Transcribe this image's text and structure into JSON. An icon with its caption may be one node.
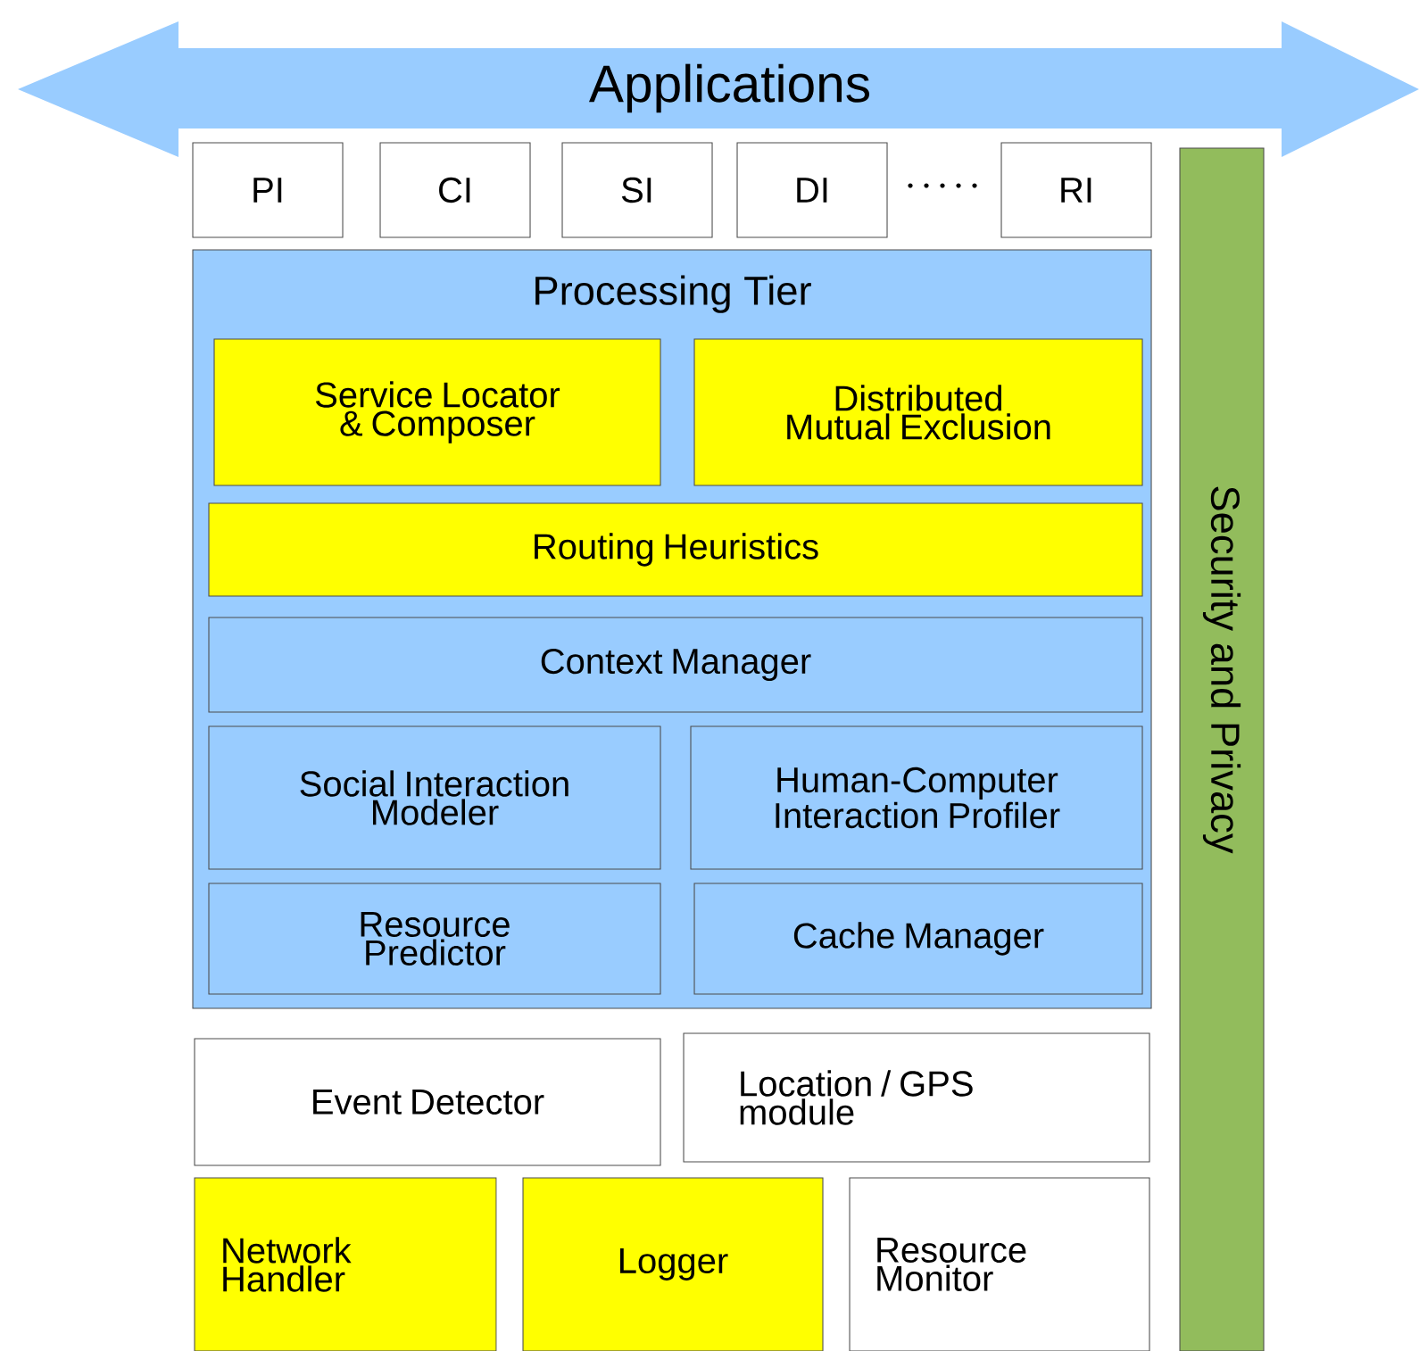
{
  "diagram": {
    "nodes": [
      {
        "text": [
          "Applications"
        ]
      },
      {
        "text": [
          "PI"
        ]
      },
      {
        "text": [
          "CI"
        ]
      },
      {
        "text": [
          "SI"
        ]
      },
      {
        "text": [
          "DI"
        ]
      },
      {
        "text": [
          "RI"
        ]
      },
      {
        "text": [
          "Processing Tier"
        ]
      },
      {
        "text": [
          "Service Locator & Composer"
        ],
        "in": 6
      },
      {
        "text": [
          "Distributed Mutual Exclusion"
        ],
        "in": 6
      },
      {
        "text": [
          "Routing Heuristics"
        ],
        "in": 6
      },
      {
        "text": [
          "Context Manager"
        ],
        "in": 6
      },
      {
        "text": [
          "Social Interaction Modeler"
        ],
        "in": 6
      },
      {
        "text": [
          "Human-Computer Interaction Profiler"
        ],
        "in": 6
      },
      {
        "text": [
          "Resource Predictor"
        ],
        "in": 6
      },
      {
        "text": [
          "Cache Manager"
        ],
        "in": 6
      },
      {
        "text": [
          "Event Detector"
        ]
      },
      {
        "text": [
          "Location / GPS module"
        ]
      },
      {
        "text": [
          "Network Handler"
        ]
      },
      {
        "text": [
          "Logger"
        ]
      },
      {
        "text": [
          "Resource Monitor"
        ]
      },
      {
        "text": [
          "Security and Privacy"
        ]
      }
    ]
  }
}
